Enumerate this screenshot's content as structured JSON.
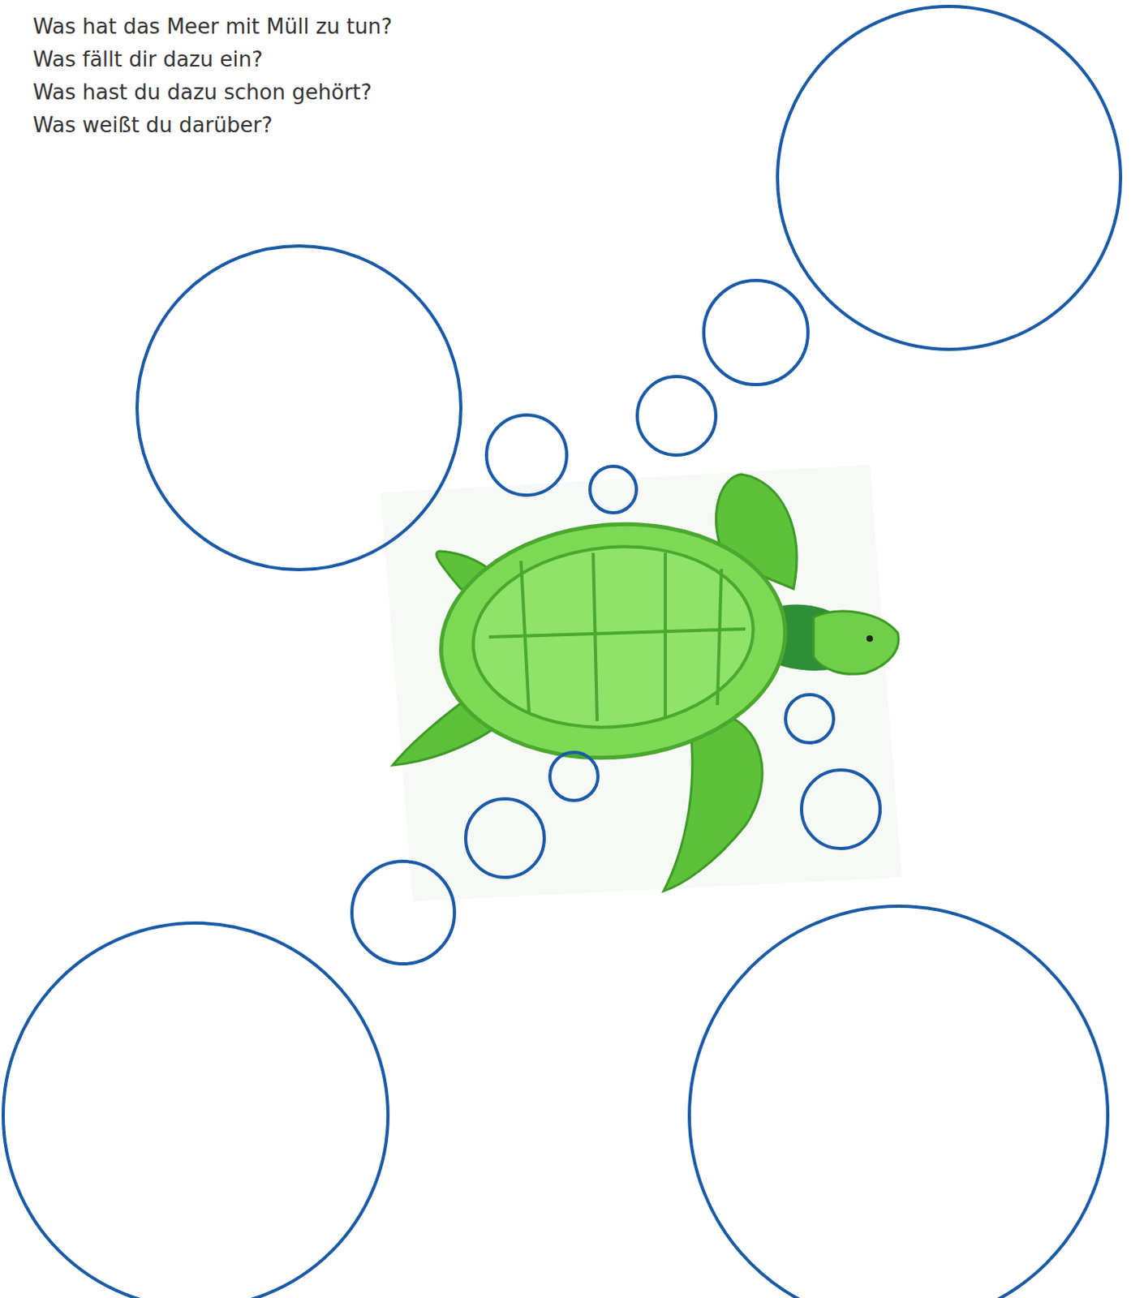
{
  "diagram": {
    "labels": [
      "Was hat das Meer mit Müll zu tun?",
      "Was fällt dir dazu ein?",
      "Was hast du dazu schon gehört?",
      "Was weißt du darüber?"
    ]
  }
}
